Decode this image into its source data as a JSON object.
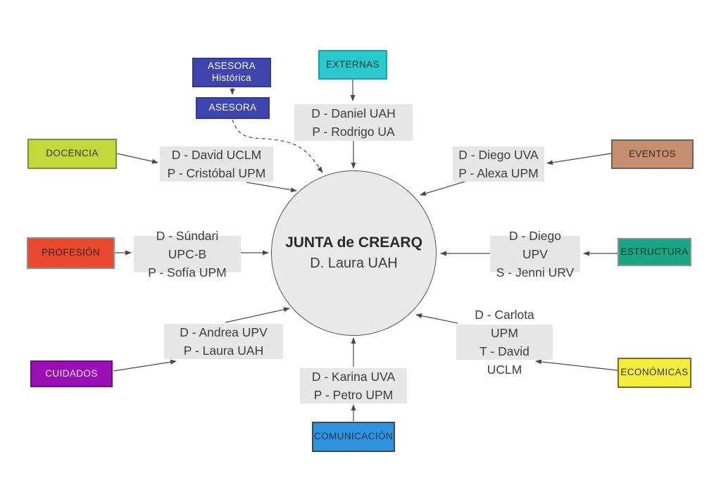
{
  "center": {
    "title": "JUNTA de CREARQ",
    "subtitle": "D. Laura UAH",
    "fill": "#e9e9e9",
    "border": "#555555"
  },
  "advisors": {
    "historic_line1": "ASESORA",
    "historic_line2": "Histórica",
    "current_label": "ASESORA",
    "color": "#3e45ad",
    "border": "#333a96",
    "text_color": "#ffffff"
  },
  "groups": [
    {
      "id": "externas",
      "label": "EXTERNAS",
      "color": "#29c9cf",
      "border": "#1d9fa6",
      "text_color": "#1e3132",
      "member1": "D - Daniel UAH",
      "member2": "P - Rodrigo UA"
    },
    {
      "id": "docencia",
      "label": "DOCENCIA",
      "color": "#c3d93b",
      "border": "#7f8c38",
      "text_color": "#30352a",
      "member1": "D - David UCLM",
      "member2": "P - Cristóbal UPM"
    },
    {
      "id": "eventos",
      "label": "EVENTOS",
      "color": "#c78f71",
      "border": "#6e6259",
      "text_color": "#332c26",
      "member1": "D - Diego UVA",
      "member2": "P - Alexa UPM"
    },
    {
      "id": "profesion",
      "label": "PROFESIÓN",
      "color": "#e8482c",
      "border": "#8e8e8e",
      "text_color": "#38201a",
      "member1": "D - Súndari UPC-B",
      "member2": "P - Sofía UPM"
    },
    {
      "id": "estructura",
      "label": "ESTRUCTURA",
      "color": "#17a583",
      "border": "#8f8f8f",
      "text_color": "#11382e",
      "member1": "D - Diego UPV",
      "member2": "S - Jenni URV"
    },
    {
      "id": "cuidados",
      "label": "CUIDADOS",
      "color": "#9a10b5",
      "border": "#73088a",
      "text_color": "#f3e3f6",
      "member1": "D - Andrea UPV",
      "member2": "P - Laura UAH"
    },
    {
      "id": "comunicacion",
      "label": "COMUNICACIÓN",
      "color": "#2e94e0",
      "border": "#454545",
      "text_color": "#17324b",
      "member1": "D - Karina UVA",
      "member2": "P - Petro UPM"
    },
    {
      "id": "economicas",
      "label": "ECONÓMICAS",
      "color": "#f5ec3c",
      "border": "#6f6f35",
      "text_color": "#3a3a1e",
      "member1": "D - Carlota UPM",
      "member2": "T - David UCLM"
    }
  ],
  "colors": {
    "member_box_bg": "#e6e6e6",
    "member_text": "#3d3d3d",
    "arrow": "#4a4a4a"
  }
}
